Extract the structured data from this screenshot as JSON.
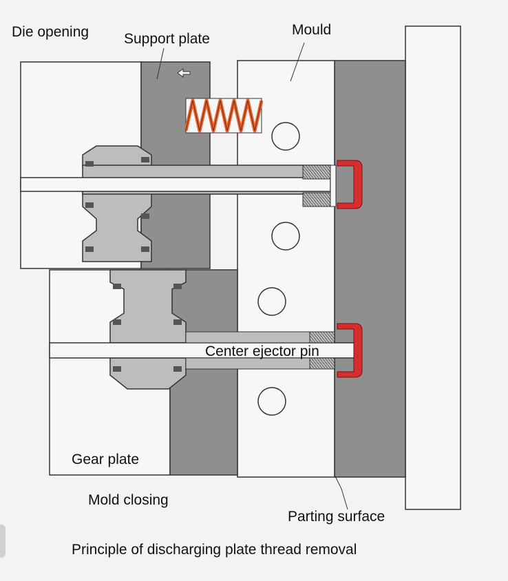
{
  "labels": {
    "die_opening": "Die opening",
    "support_plate": "Support plate",
    "mould": "Mould",
    "center_ejector_pin": "Center ejector pin",
    "gear_plate": "Gear plate",
    "mold_closing": "Mold closing",
    "parting_surface": "Parting surface",
    "caption": "Principle of discharging plate thread removal"
  },
  "colors": {
    "background": "#f3f3f3",
    "plate_light": "#f7f7f7",
    "plate_medium": "#c9c9c9",
    "plate_dark": "#8f8f8f",
    "parts_fill": "#bdbdbd",
    "line": "#333333",
    "spring": "#e8622c",
    "thread_cap": "#d62d2d"
  },
  "icons": [
    "left-arrow-icon"
  ]
}
